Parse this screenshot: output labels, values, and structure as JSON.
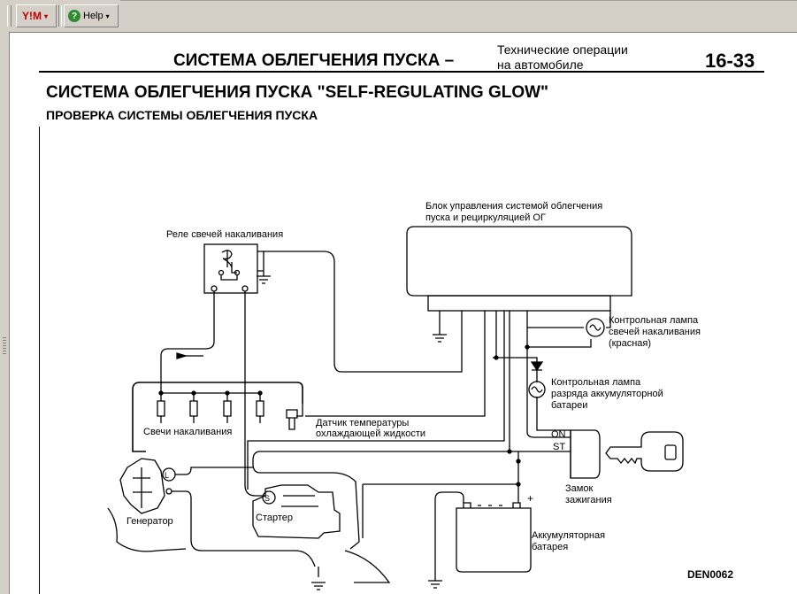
{
  "toolbar": {
    "app_button_label": "Y!M",
    "help_label": "Help",
    "dropdown_glyph": "▾",
    "help_glyph": "?"
  },
  "header": {
    "section": "СИСТЕМА ОБЛЕГЧЕНИЯ ПУСКА –",
    "subsection_line1": "Технические операции",
    "subsection_line2": "на автомобиле",
    "page_number": "16-33"
  },
  "document": {
    "title": "СИСТЕМА ОБЛЕГЧЕНИЯ ПУСКА \"SELF-REGULATING GLOW\"",
    "subtitle": "ПРОВЕРКА СИСТЕМЫ ОБЛЕГЧЕНИЯ ПУСКА"
  },
  "diagram": {
    "ecu_label_line1": "Блок управления системой облегчения",
    "ecu_label_line2": "пуска и рециркуляцией ОГ",
    "relay_label": "Реле свечей накаливания",
    "glow_lamp_line1": "Контрольная лампа",
    "glow_lamp_line2": "свечей накаливания",
    "glow_lamp_line3": "(красная)",
    "charge_lamp_line1": "Контрольная лампа",
    "charge_lamp_line2": "разряда аккумуляторной",
    "charge_lamp_line3": "батареи",
    "plugs_label": "Свечи накаливания",
    "temp_sensor_line1": "Датчик температуры",
    "temp_sensor_line2": "охлаждающей жидкости",
    "ignition_on": "ON",
    "ignition_st": "ST",
    "ignition_label_line1": "Замок",
    "ignition_label_line2": "зажигания",
    "generator_label": "Генератор",
    "generator_terminal": "L",
    "starter_label": "Стартер",
    "starter_terminal": "S",
    "battery_label_line1": "Аккумуляторная",
    "battery_label_line2": "батарея",
    "battery_plus": "+",
    "code": "DEN0062"
  }
}
